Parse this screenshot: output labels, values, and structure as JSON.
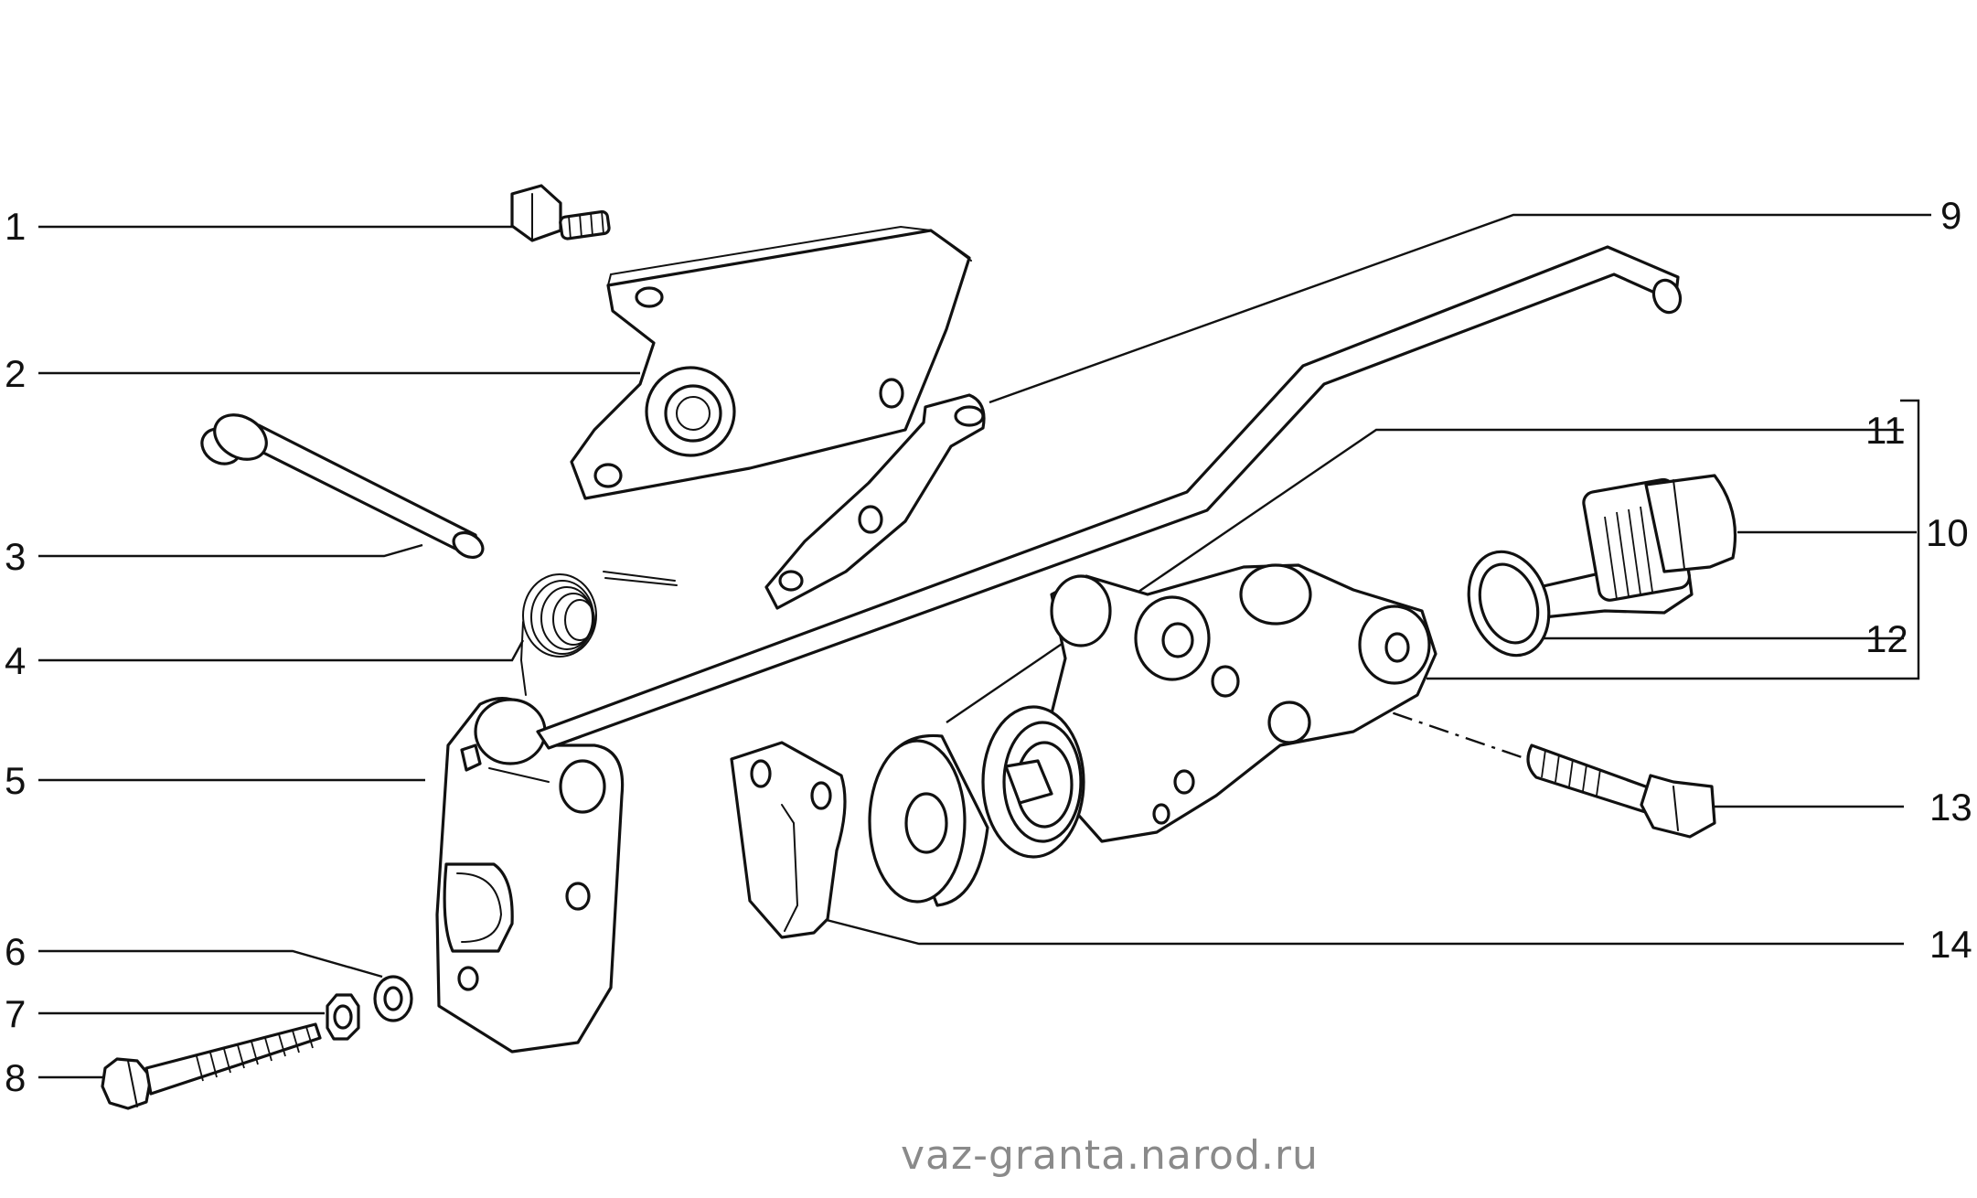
{
  "callouts": [
    {
      "num": "1"
    },
    {
      "num": "2"
    },
    {
      "num": "3"
    },
    {
      "num": "4"
    },
    {
      "num": "5"
    },
    {
      "num": "6"
    },
    {
      "num": "7"
    },
    {
      "num": "8"
    },
    {
      "num": "9"
    },
    {
      "num": "10"
    },
    {
      "num": "11"
    },
    {
      "num": "12"
    },
    {
      "num": "13"
    },
    {
      "num": "14"
    }
  ],
  "watermark": "vaz-granta.narod.ru",
  "colors": {
    "line": "#111111",
    "background": "#ffffff",
    "watermark": "#8a8a8a"
  }
}
